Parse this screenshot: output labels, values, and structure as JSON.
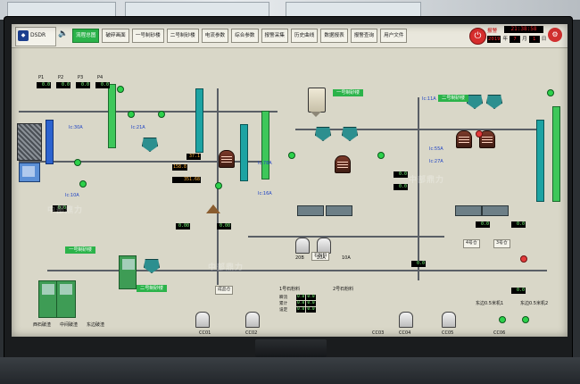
{
  "toolbar": {
    "logo_text": "DSDR",
    "tabs": [
      {
        "label": "流程总图",
        "active": true
      },
      {
        "label": "破碎画面"
      },
      {
        "label": "一号制砂楼"
      },
      {
        "label": "二号制砂楼"
      },
      {
        "label": "电流参数"
      },
      {
        "label": "综合参数"
      },
      {
        "label": "报警采集"
      },
      {
        "label": "历史曲线"
      },
      {
        "label": "数据报表"
      },
      {
        "label": "报警查询"
      },
      {
        "label": "用户文件"
      }
    ],
    "alarm_label": "报警",
    "clock": "21:38:58",
    "date": {
      "year": "2019",
      "month": "7",
      "day": "1",
      "sep1": "年",
      "sep2": "月",
      "sep3": "日"
    }
  },
  "process": {
    "left_tags": [
      "P1",
      "P2",
      "P3",
      "P4"
    ],
    "left_values": [
      "0.0",
      "0.0",
      "0.0",
      "0.0"
    ],
    "sand_building_1": "一号制砂楼",
    "sand_building_2": "二号制砂楼",
    "mid_header": "一号制砂楼",
    "right_header": "二号制砂楼",
    "current_labels": [
      "Ic:30A",
      "Ic:21A",
      "Ic:10A",
      "Ic:78A",
      "Ic:16A",
      "Ic:55A",
      "Ic:27A",
      "Ic:11A"
    ],
    "mid_values": [
      "37.1",
      "158.8",
      "351.68",
      "0.00",
      "0.00",
      "0.0"
    ],
    "right_values": [
      "0.0",
      "0.0",
      "0.0",
      "0.0",
      "0.0",
      "0.0"
    ],
    "bottom_labels": [
      "CC01",
      "CC02",
      "CC03",
      "CC04",
      "CC05",
      "CC06"
    ],
    "bottom_section_labels": [
      "西石破渣",
      "中间破渣",
      "东边破渣",
      "东边0.5米机1",
      "东边0.5米机2"
    ],
    "mid_table_title": "1号石粉料",
    "mid_table_title2": "2号石粉料",
    "table_rows": [
      {
        "label": "瞬流",
        "v1": "0.0",
        "v2": "0.0"
      },
      {
        "label": "累计",
        "v1": "0.0",
        "v2": "0.0"
      },
      {
        "label": "设定",
        "v1": "0.0",
        "v2": "0.0"
      }
    ],
    "chute_label": "石粉料",
    "tank_labels": [
      "20B",
      "20A",
      "10A"
    ],
    "silo_labels": [
      "4号仓",
      "3号仓"
    ],
    "warehouse_label": "成品仓"
  },
  "watermark": "中部鼎力"
}
